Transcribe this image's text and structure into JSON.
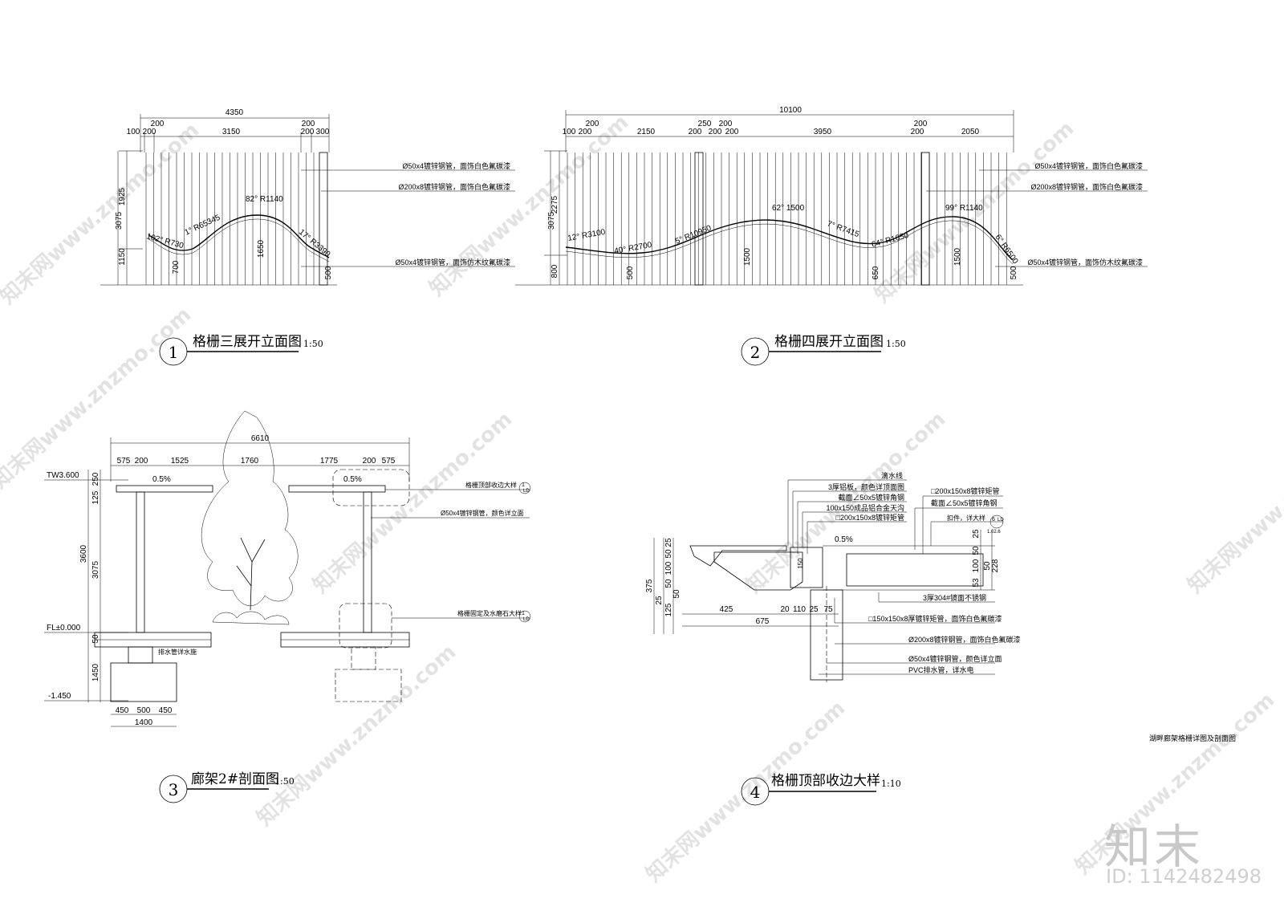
{
  "watermark": {
    "text": "知末网www.znzmo.com",
    "brand": "知末",
    "id_label": "ID: 1142482498"
  },
  "sheet_name": "湖畔廊架格栅详图及剖面图",
  "drawing1": {
    "number": "1",
    "title": "格栅三展开立面图",
    "scale": "1:50",
    "dims": {
      "total": "4350",
      "segments": [
        "100",
        "200",
        "3150",
        "200",
        "300"
      ],
      "seg_top": [
        "200",
        "200"
      ],
      "height_total": "3075",
      "height_upper": "1925",
      "height_lower": "1150",
      "inner_700": "700",
      "inner_1650": "1650",
      "inner_500": "500"
    },
    "arcs": [
      "102° R730",
      "1° R65345",
      "82° R1140",
      "17° R3390"
    ],
    "notes": [
      "Ø50x4镀锌钢管，面饰白色氟碳漆",
      "Ø200x8镀锌钢管，面饰白色氟碳漆",
      "Ø50x4镀锌钢管，面饰仿木纹氟碳漆"
    ]
  },
  "drawing2": {
    "number": "2",
    "title": "格栅四展开立面图",
    "scale": "1:50",
    "dims": {
      "total": "10100",
      "row1": [
        "100",
        "200",
        "2150",
        "200",
        "200",
        "200",
        "3950",
        "200",
        "2050"
      ],
      "row_top": [
        "200",
        "250",
        "200",
        "200"
      ],
      "height_total": "3075",
      "height_upper": "2275",
      "height_lower": "800",
      "inner": [
        "500",
        "1500",
        "650",
        "1500",
        "500"
      ]
    },
    "arcs": [
      "12° R3100",
      "40° R2700",
      "5° R10950",
      "62° 1500",
      "7° R7415",
      "64° R1650",
      "99° R1140",
      "6° R6500"
    ],
    "notes": [
      "Ø50x4镀锌钢管，面饰白色氟碳漆",
      "Ø200x8镀锌钢管，面饰白色氟碳漆",
      "Ø50x4镀锌钢管，面饰仿木纹氟碳漆"
    ]
  },
  "drawing3": {
    "number": "3",
    "title": "廊架2#剖面图",
    "scale": "1:50",
    "dims": {
      "total": "6610",
      "row": [
        "575",
        "200",
        "1525",
        "1760",
        "1775",
        "200",
        "575"
      ],
      "slope1": "0.5%",
      "slope2": "0.5%",
      "left_v": [
        "250",
        "125",
        "3600",
        "3075",
        "50",
        "1450"
      ],
      "bottom": [
        "450",
        "500",
        "450"
      ],
      "bottom_total": "1400"
    },
    "levels": [
      "TW3.600",
      "FL±0.000",
      "-1.450"
    ],
    "notes": [
      "格栅顶部收边大样",
      "Ø50x4镀锌钢管，颜色详立面",
      "格栅固定及水磨石大样"
    ],
    "drain_label": "排水管详水施",
    "refs": [
      {
        "top": "1",
        "bottom": "LD"
      },
      {
        "top": "1",
        "bottom": "LD"
      }
    ]
  },
  "drawing4": {
    "number": "4",
    "title": "格栅顶部收边大样",
    "scale": "1:10",
    "slope": "0.5%",
    "notes_top": [
      "滴水线",
      "3厚铝板，颜色详顶面图",
      "截面∠50x5镀锌角钢",
      "100x150成品铝合金天沟",
      "□200x150x8镀锌矩管"
    ],
    "notes_right": [
      "□200x150x8镀锌矩管",
      "截面∠50x5镀锌角钢",
      "扣件，详大样"
    ],
    "notes_bottom": [
      "3厚304#镜面不锈钢",
      "□150x150x8厚镀锌矩管，面饰白色氟碳漆",
      "Ø200x8镀锌钢管，面饰白色氟碳漆",
      "Ø50x4镀锌钢管，颜色详立面",
      "PVC排水管，详水电"
    ],
    "dims_left": [
      "375",
      "25",
      "50",
      "100",
      "50",
      "50",
      "125",
      "25"
    ],
    "dims_right": [
      "25",
      "50",
      "100",
      "50",
      "53",
      "228"
    ],
    "dims_bottom": [
      "425",
      "20",
      "110",
      "25",
      "75",
      "675"
    ],
    "dims_small": [
      "150"
    ],
    "ref": {
      "top": "6",
      "mid": "LD",
      "bottom": "1.02.6"
    }
  }
}
